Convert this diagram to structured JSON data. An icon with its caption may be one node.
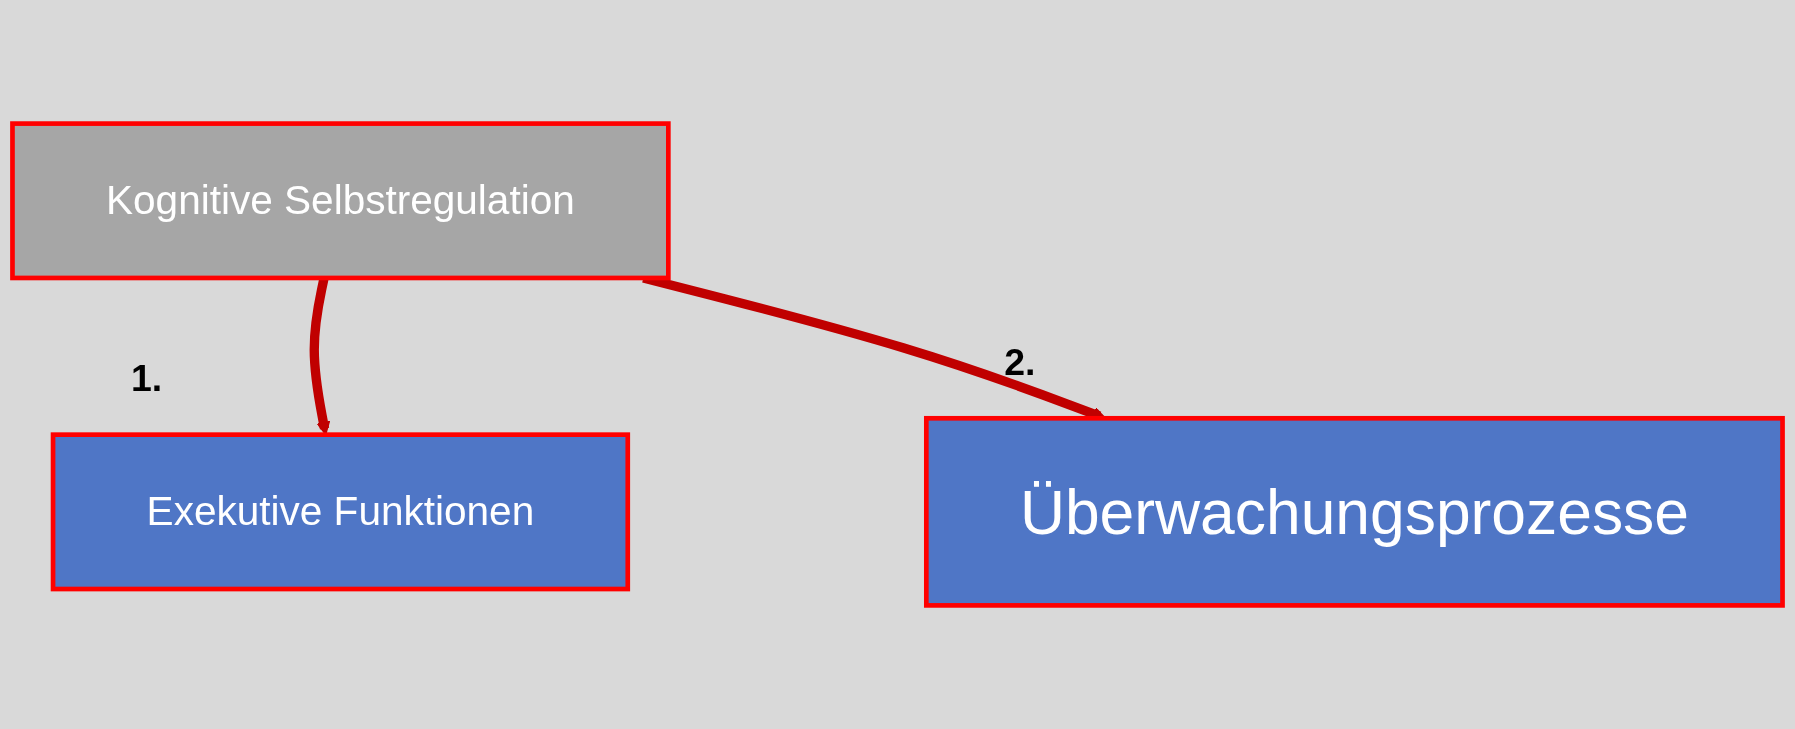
{
  "diagram": {
    "nodes": [
      {
        "text": [
          "Kognitive Selbstregulation"
        ]
      },
      {
        "text": [
          "Exekutive Funktionen"
        ],
        "beside": [
          "1."
        ]
      },
      {
        "text": [
          "Überwachungsprozesse"
        ],
        "beside": [
          "2."
        ]
      }
    ],
    "edges": [
      {
        "from": 0,
        "to": 1,
        "arrow": "to"
      },
      {
        "from": 0,
        "to": 2,
        "arrow": "to"
      }
    ]
  }
}
